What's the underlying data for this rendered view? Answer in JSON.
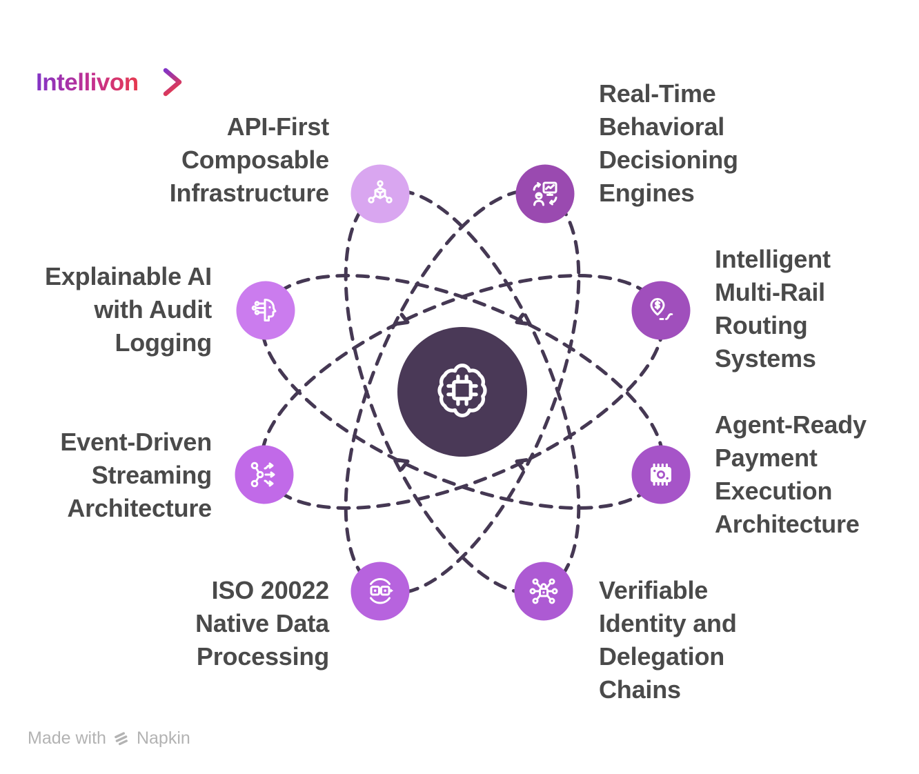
{
  "brand": {
    "logo_text": "Intellivon",
    "chevron_icon": "chevron-right-icon",
    "gradient_start": "#8234c6",
    "gradient_mid": "#c4308f",
    "gradient_end": "#e63a4e"
  },
  "center_node": {
    "icon": "brain-chip-icon",
    "color": "#4a3957"
  },
  "orbit": {
    "dash_color": "#453853"
  },
  "text_color": "#4a4a4a",
  "nodes": [
    {
      "id": "api-first",
      "label": "API-First\nComposable\nInfrastructure",
      "icon": "cube-network-icon",
      "color": "#d9a6f0"
    },
    {
      "id": "realtime-behavioral",
      "label": "Real-Time\nBehavioral\nDecisioning\nEngines",
      "icon": "user-monitor-sync-icon",
      "color": "#9a4ab0"
    },
    {
      "id": "explainable-ai",
      "label": "Explainable AI\nwith Audit\nLogging",
      "icon": "ai-head-circuit-icon",
      "color": "#cb7cee"
    },
    {
      "id": "multi-rail-routing",
      "label": "Intelligent\nMulti-Rail\nRouting\nSystems",
      "icon": "dollar-pin-route-icon",
      "color": "#a04fbc"
    },
    {
      "id": "event-driven",
      "label": "Event-Driven\nStreaming\nArchitecture",
      "icon": "stream-branch-icon",
      "color": "#c16ae8"
    },
    {
      "id": "agent-ready-payment",
      "label": "Agent-Ready\nPayment\nExecution\nArchitecture",
      "icon": "money-chip-icon",
      "color": "#a654c8"
    },
    {
      "id": "iso-20022",
      "label": "ISO 20022\nNative Data\nProcessing",
      "icon": "data-blocks-cycle-icon",
      "color": "#b763de"
    },
    {
      "id": "verifiable-identity",
      "label": "Verifiable\nIdentity and\nDelegation\nChains",
      "icon": "lock-network-icon",
      "color": "#ad5ad3"
    }
  ],
  "footer": {
    "made_with": "Made with",
    "brand": "Napkin",
    "icon": "napkin-logo-icon",
    "color": "#b3b3b3"
  }
}
